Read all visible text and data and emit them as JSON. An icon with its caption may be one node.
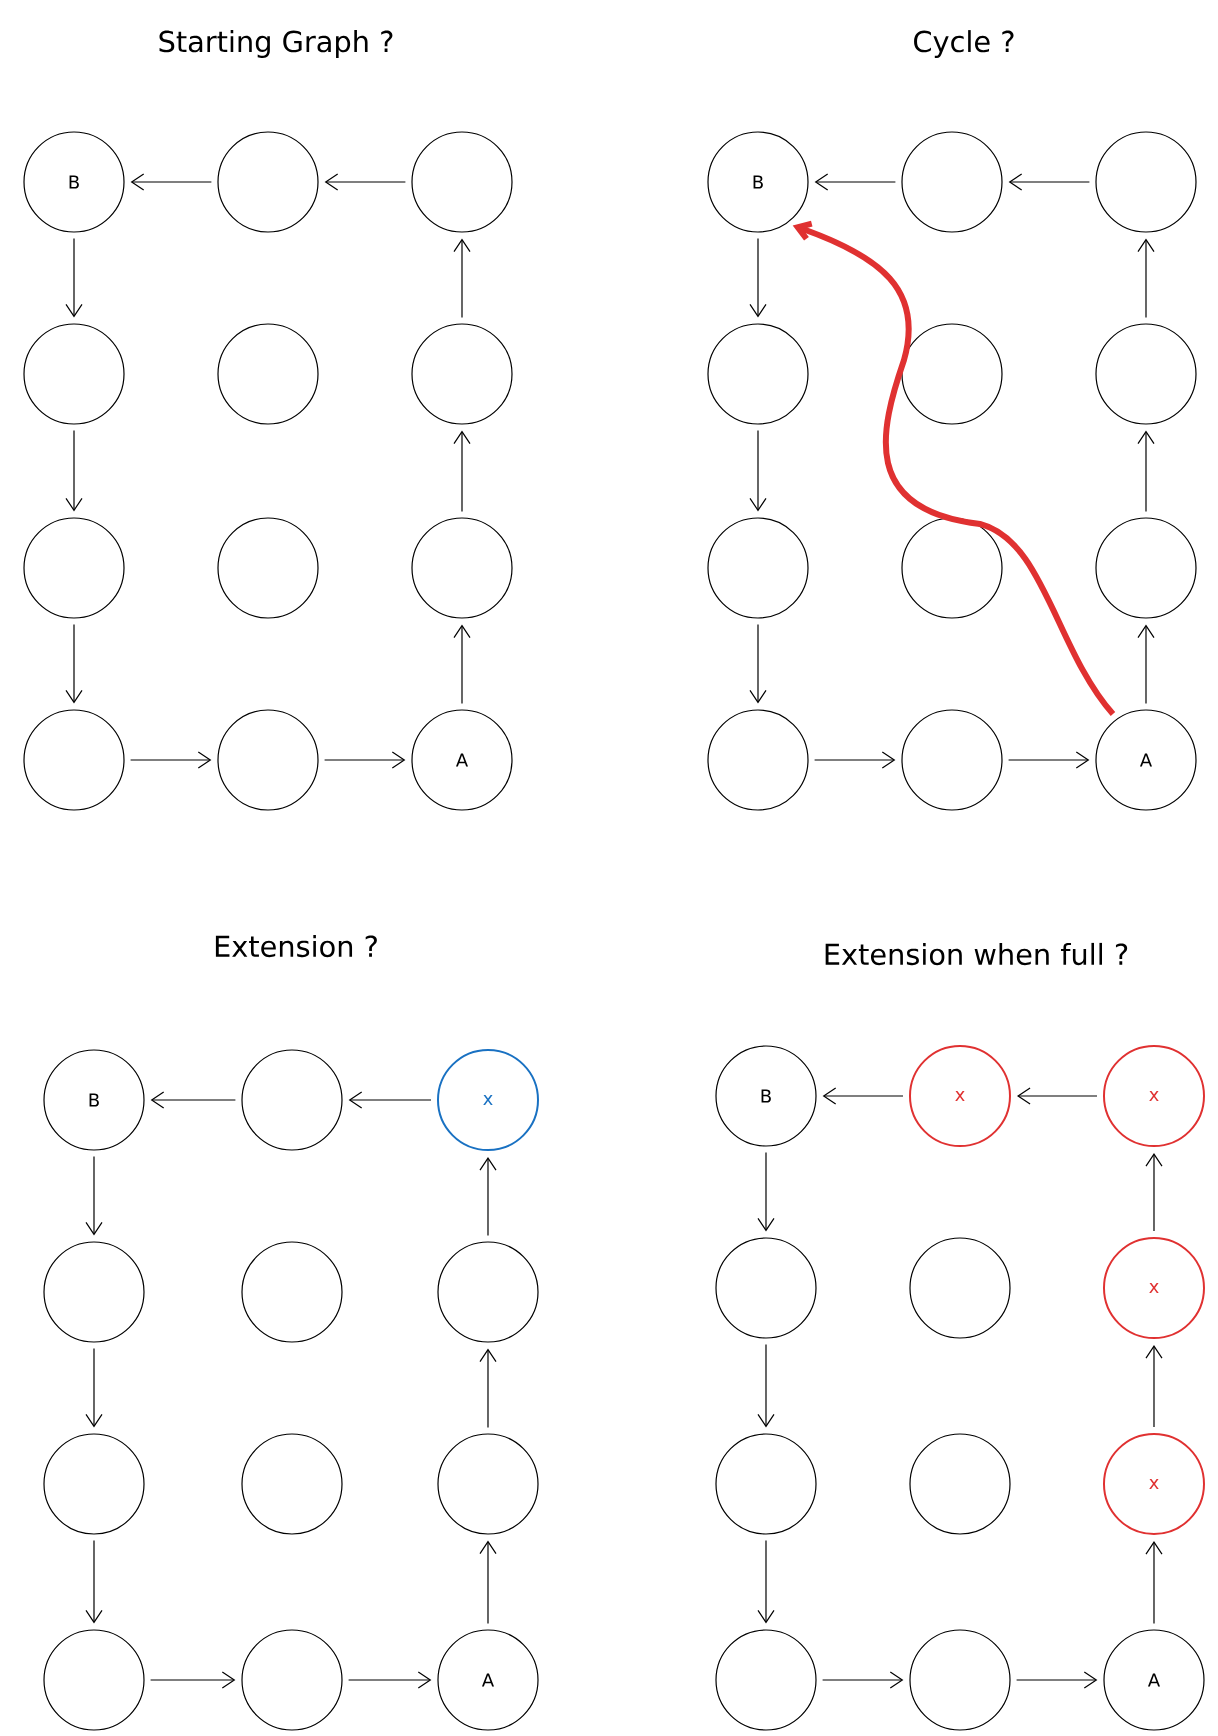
{
  "diagram": {
    "nodes": [
      {
        "text": [
          "B"
        ]
      },
      {
        "text": [],
        "shape": "circle"
      },
      {
        "text": [],
        "shape": "circle"
      },
      {
        "text": [],
        "shape": "circle"
      },
      {
        "text": [],
        "shape": "circle"
      },
      {
        "text": [],
        "shape": "circle"
      },
      {
        "text": [],
        "shape": "circle"
      },
      {
        "text": [],
        "shape": "circle"
      },
      {
        "text": [],
        "shape": "circle"
      },
      {
        "text": [],
        "shape": "circle"
      },
      {
        "text": [],
        "shape": "circle"
      },
      {
        "text": [
          "A"
        ]
      },
      {
        "text": [
          "B"
        ]
      },
      {
        "text": [],
        "shape": "circle"
      },
      {
        "text": [],
        "shape": "circle"
      },
      {
        "text": [],
        "shape": "circle"
      },
      {
        "text": [],
        "shape": "circle"
      },
      {
        "text": [],
        "shape": "circle"
      },
      {
        "text": [],
        "shape": "circle"
      },
      {
        "text": [],
        "shape": "circle"
      },
      {
        "text": [],
        "shape": "circle"
      },
      {
        "text": [],
        "shape": "circle"
      },
      {
        "text": [],
        "shape": "circle"
      },
      {
        "text": [
          "A"
        ]
      },
      {
        "text": [
          "B"
        ]
      },
      {
        "text": [],
        "shape": "circle"
      },
      {
        "text": [
          "x"
        ]
      },
      {
        "text": [],
        "shape": "circle"
      },
      {
        "text": [],
        "shape": "circle"
      },
      {
        "text": [],
        "shape": "circle"
      },
      {
        "text": [],
        "shape": "circle"
      },
      {
        "text": [],
        "shape": "circle"
      },
      {
        "text": [],
        "shape": "circle"
      },
      {
        "text": [],
        "shape": "circle"
      },
      {
        "text": [],
        "shape": "circle"
      },
      {
        "text": [
          "A"
        ]
      },
      {
        "text": [
          "B"
        ]
      },
      {
        "text": [
          "x"
        ]
      },
      {
        "text": [
          "x"
        ]
      },
      {
        "text": [],
        "shape": "circle"
      },
      {
        "text": [],
        "shape": "circle"
      },
      {
        "text": [
          "x"
        ]
      },
      {
        "text": [],
        "shape": "circle"
      },
      {
        "text": [],
        "shape": "circle"
      },
      {
        "text": [
          "x"
        ]
      },
      {
        "text": [],
        "shape": "circle"
      },
      {
        "text": [],
        "shape": "circle"
      },
      {
        "text": [
          "A"
        ]
      }
    ],
    "edges": [
      {
        "from": 2,
        "to": 1,
        "arrow": "to"
      },
      {
        "from": 1,
        "to": 0,
        "arrow": "to"
      },
      {
        "from": 0,
        "to": 3,
        "arrow": "to"
      },
      {
        "from": 3,
        "to": 6,
        "arrow": "to"
      },
      {
        "from": 6,
        "to": 9,
        "arrow": "to"
      },
      {
        "from": 9,
        "to": 10,
        "arrow": "to"
      },
      {
        "from": 10,
        "to": 11,
        "arrow": "to"
      },
      {
        "from": 11,
        "to": 8,
        "arrow": "to"
      },
      {
        "from": 8,
        "to": 5,
        "arrow": "to"
      },
      {
        "from": 5,
        "to": 2,
        "arrow": "to"
      },
      {
        "from": 14,
        "to": 13,
        "arrow": "to"
      },
      {
        "from": 13,
        "to": 12,
        "arrow": "to"
      },
      {
        "from": 12,
        "to": 15,
        "arrow": "to"
      },
      {
        "from": 15,
        "to": 18,
        "arrow": "to"
      },
      {
        "from": 18,
        "to": 21,
        "arrow": "to"
      },
      {
        "from": 21,
        "to": 22,
        "arrow": "to"
      },
      {
        "from": 22,
        "to": 23,
        "arrow": "to"
      },
      {
        "from": 23,
        "to": 20,
        "arrow": "to"
      },
      {
        "from": 20,
        "to": 17,
        "arrow": "to"
      },
      {
        "from": 17,
        "to": 14,
        "arrow": "to"
      },
      {
        "from": 23,
        "to": 12,
        "arrow": "to",
        "style": "thick",
        "color": "#e03131"
      },
      {
        "from": 26,
        "to": 25,
        "arrow": "to"
      },
      {
        "from": 25,
        "to": 24,
        "arrow": "to"
      },
      {
        "from": 24,
        "to": 27,
        "arrow": "to"
      },
      {
        "from": 27,
        "to": 30,
        "arrow": "to"
      },
      {
        "from": 30,
        "to": 33,
        "arrow": "to"
      },
      {
        "from": 33,
        "to": 34,
        "arrow": "to"
      },
      {
        "from": 34,
        "to": 35,
        "arrow": "to"
      },
      {
        "from": 35,
        "to": 32,
        "arrow": "to"
      },
      {
        "from": 32,
        "to": 29,
        "arrow": "to"
      },
      {
        "from": 29,
        "to": 26,
        "arrow": "to"
      },
      {
        "from": 38,
        "to": 37,
        "arrow": "to"
      },
      {
        "from": 37,
        "to": 36,
        "arrow": "to"
      },
      {
        "from": 36,
        "to": 39,
        "arrow": "to"
      },
      {
        "from": 39,
        "to": 42,
        "arrow": "to"
      },
      {
        "from": 42,
        "to": 45,
        "arrow": "to"
      },
      {
        "from": 45,
        "to": 46,
        "arrow": "to"
      },
      {
        "from": 46,
        "to": 47,
        "arrow": "to"
      },
      {
        "from": 47,
        "to": 44,
        "arrow": "to"
      },
      {
        "from": 44,
        "to": 41,
        "arrow": "to"
      },
      {
        "from": 41,
        "to": 38,
        "arrow": "to"
      }
    ],
    "labels": [
      "Starting Graph ?",
      "Cycle ?",
      "Extension ?",
      "Extension when full ?"
    ]
  }
}
